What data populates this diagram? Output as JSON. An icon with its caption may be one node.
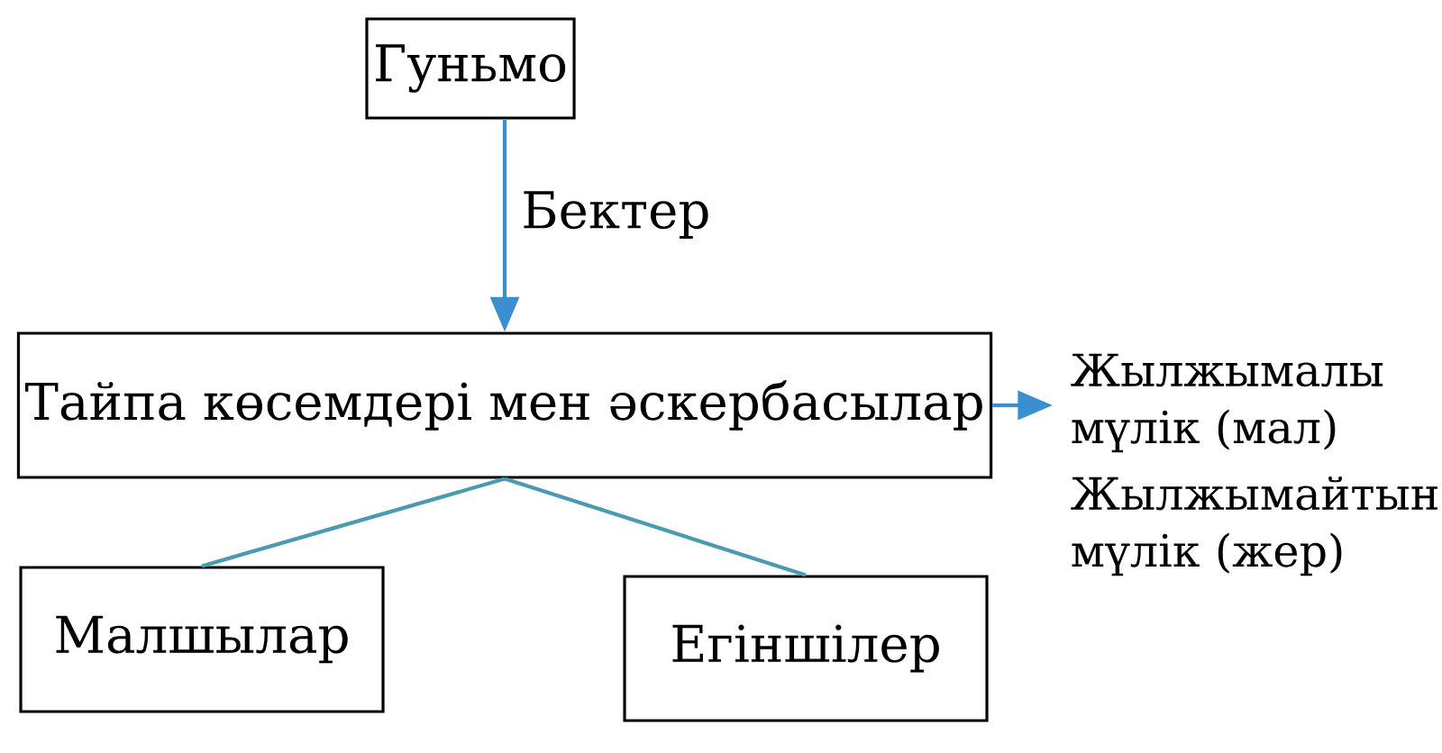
{
  "diagram": {
    "nodes": [
      {
        "text": [
          "Гуньмо"
        ]
      },
      {
        "text": [
          "Тайпа көсемдері мен әскербасылар"
        ]
      },
      {
        "text": [
          "Малшылар"
        ]
      },
      {
        "text": [
          "Егіншілер"
        ]
      },
      {
        "text": [
          "Жылжымалы мүлік (мал)",
          "Жылжымайтын мүлік (жер)"
        ]
      }
    ],
    "edges": [
      {
        "from": 0,
        "to": 1,
        "arrow": "to",
        "label": "Бектер",
        "color": "#3a8fd0"
      },
      {
        "from": 1,
        "to": 4,
        "arrow": "to",
        "color": "#3a8fd0"
      },
      {
        "from": 1,
        "to": 2,
        "arrow": "none",
        "color": "#4a9ab0"
      },
      {
        "from": 1,
        "to": 3,
        "arrow": "none",
        "color": "#4a9ab0"
      }
    ]
  }
}
